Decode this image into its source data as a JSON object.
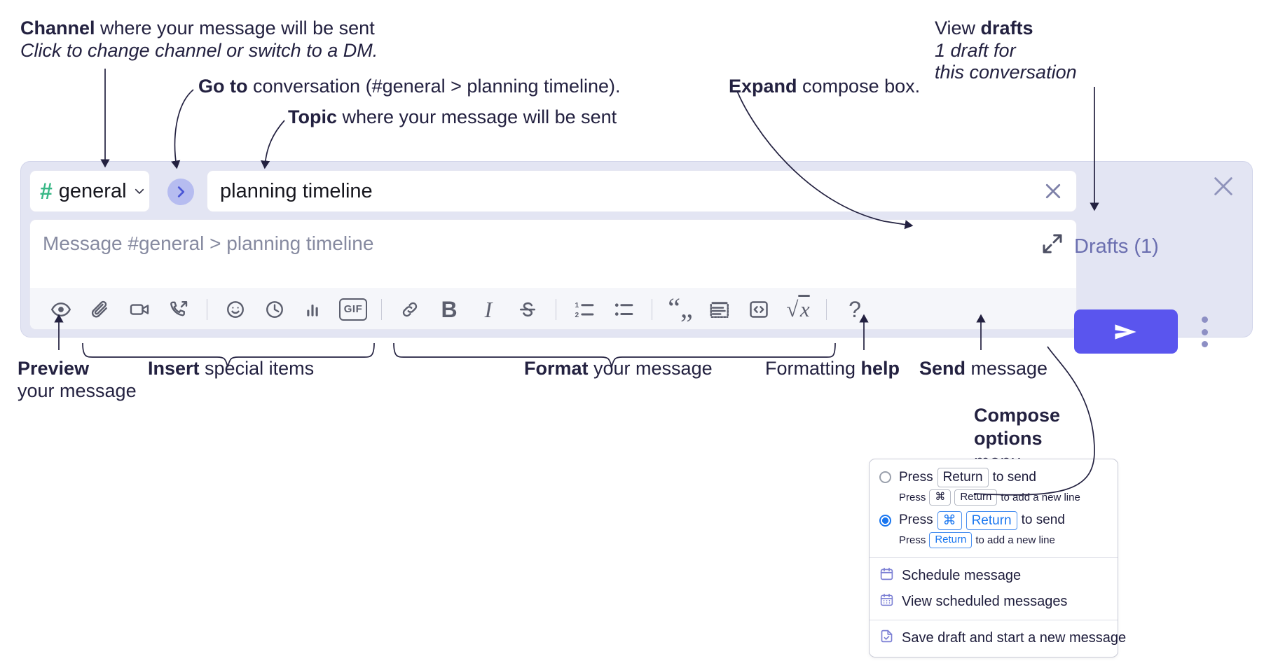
{
  "annotations": {
    "channel": {
      "bold": "Channel",
      "rest": " where your message will be sent",
      "sub": "Click to change channel or switch to a DM."
    },
    "goto": {
      "bold": "Go to",
      "rest": " conversation (#general > planning timeline)."
    },
    "topic": {
      "bold": "Topic",
      "rest": " where your message will be sent"
    },
    "expand": {
      "bold": "Expand",
      "rest": " compose box."
    },
    "drafts": {
      "pre": "View ",
      "bold": "drafts",
      "sub1": "1 draft for",
      "sub2": "this conversation"
    },
    "preview": {
      "bold": "Preview",
      "sub": "your message"
    },
    "insert": {
      "bold": "Insert",
      "rest": " special items"
    },
    "format": {
      "bold": "Format",
      "rest": " your message"
    },
    "help": {
      "pre": "Formatting ",
      "bold": "help"
    },
    "send": {
      "bold": "Send",
      "rest": " message"
    },
    "compose_options": {
      "line1": "Compose",
      "line2": "options",
      "line3": "menu"
    }
  },
  "compose": {
    "channel": {
      "hash": "#",
      "name": "general",
      "chevron_icon": "chevron-down-icon"
    },
    "goto_button_icon": "chevron-right-icon",
    "topic": {
      "value": "planning timeline",
      "clear_icon": "close-icon"
    },
    "message_placeholder": "Message #general > planning timeline",
    "expand_icon": "expand-diagonal-icon",
    "panel_close_icon": "close-icon",
    "drafts_label": "Drafts (1)",
    "send_icon": "send-paper-plane-icon",
    "more_icon": "kebab-vertical-icon",
    "toolbar": [
      {
        "name": "preview-icon",
        "kind": "eye"
      },
      {
        "name": "attachment-icon",
        "kind": "paperclip"
      },
      {
        "name": "video-icon",
        "kind": "video"
      },
      {
        "name": "call-icon",
        "kind": "phone"
      },
      {
        "name": "separator",
        "kind": "sep"
      },
      {
        "name": "emoji-icon",
        "kind": "smiley"
      },
      {
        "name": "reminder-clock-icon",
        "kind": "clock"
      },
      {
        "name": "poll-icon",
        "kind": "bars"
      },
      {
        "name": "gif-icon",
        "kind": "gif",
        "label": "GIF"
      },
      {
        "name": "separator",
        "kind": "sep"
      },
      {
        "name": "link-icon",
        "kind": "link"
      },
      {
        "name": "bold-icon",
        "kind": "glyph",
        "label": "B",
        "cls": "glyph-b"
      },
      {
        "name": "italic-icon",
        "kind": "glyph",
        "label": "I",
        "cls": "glyph-i"
      },
      {
        "name": "strikethrough-icon",
        "kind": "strike"
      },
      {
        "name": "separator",
        "kind": "sep"
      },
      {
        "name": "ordered-list-icon",
        "kind": "ol"
      },
      {
        "name": "bulleted-list-icon",
        "kind": "ul"
      },
      {
        "name": "separator",
        "kind": "sep"
      },
      {
        "name": "blockquote-icon",
        "kind": "quote"
      },
      {
        "name": "code-block-icon",
        "kind": "codeblock"
      },
      {
        "name": "inline-code-icon",
        "kind": "code"
      },
      {
        "name": "math-icon",
        "kind": "math"
      },
      {
        "name": "separator",
        "kind": "sep"
      },
      {
        "name": "formatting-help-icon",
        "kind": "glyph",
        "label": "?",
        "cls": "glyph-help"
      }
    ]
  },
  "options_menu": {
    "option1": {
      "selected": false,
      "press": "Press",
      "key": "Return",
      "suffix": "to send",
      "sub_press": "Press",
      "sub_key1": "⌘",
      "sub_key2": "Return",
      "sub_suffix": "to add a new line"
    },
    "option2": {
      "selected": true,
      "press": "Press",
      "key1": "⌘",
      "key2": "Return",
      "suffix": "to send",
      "sub_press": "Press",
      "sub_key": "Return",
      "sub_suffix": "to add a new line"
    },
    "items": [
      {
        "label": "Schedule message",
        "icon": "calendar-icon"
      },
      {
        "label": "View scheduled messages",
        "icon": "calendar-grid-icon"
      },
      {
        "label": "Save draft and start a new message",
        "icon": "document-check-icon"
      }
    ]
  },
  "colors": {
    "panel_bg": "#e3e5f3",
    "accent_send": "#5a55ee",
    "hash_green": "#39b887",
    "goto_circle": "#b6bcf0",
    "drafts_text": "#6b6fb0",
    "radio_blue": "#1976f0",
    "menu_icon": "#7b7fd4"
  }
}
